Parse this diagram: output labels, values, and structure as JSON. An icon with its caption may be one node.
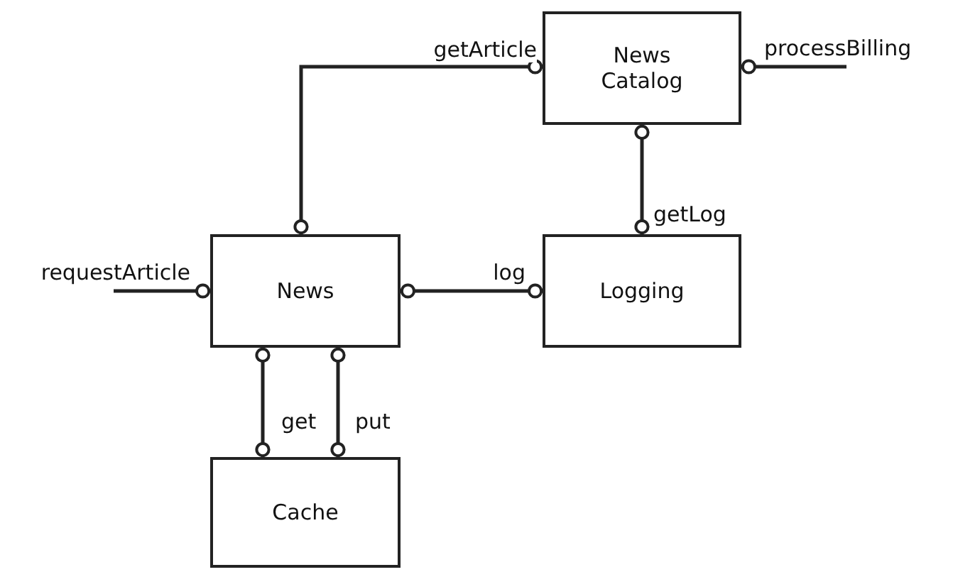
{
  "diagram": {
    "nodes": [
      {
        "text": [
          "News Catalog"
        ]
      },
      {
        "text": [
          "News"
        ]
      },
      {
        "text": [
          "Logging"
        ]
      },
      {
        "text": [
          "Cache"
        ]
      }
    ],
    "edges": [
      {
        "from": null,
        "to": 1,
        "arrow": "other",
        "label": "requestArticle"
      },
      {
        "from": 1,
        "to": 0,
        "arrow": "other",
        "label": "getArticle"
      },
      {
        "from": 0,
        "to": null,
        "arrow": "other",
        "label": "processBilling"
      },
      {
        "from": 0,
        "to": 2,
        "arrow": "other",
        "label": "getLog"
      },
      {
        "from": 1,
        "to": 2,
        "arrow": "other",
        "label": "log"
      },
      {
        "from": 1,
        "to": 3,
        "arrow": "other",
        "label": "get"
      },
      {
        "from": 1,
        "to": 3,
        "arrow": "other",
        "label": "put"
      }
    ]
  }
}
